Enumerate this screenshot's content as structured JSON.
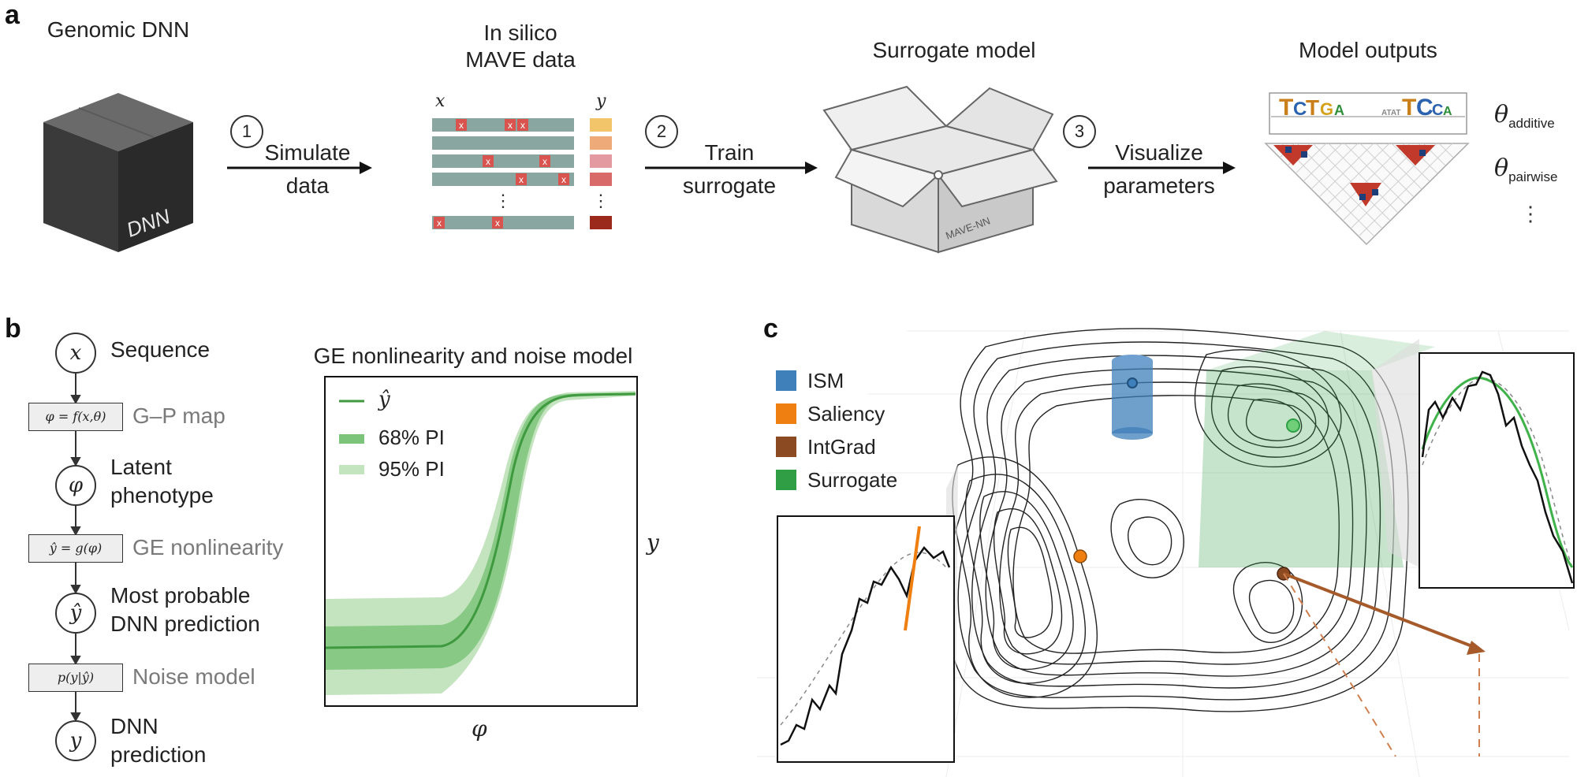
{
  "panel_a": {
    "letter": "a",
    "genomic_dnn": "Genomic DNN",
    "dnn_cube_label": "DNN",
    "mave_title_line1": "In silico",
    "mave_title_line2": "MAVE data",
    "x_label": "x",
    "y_label": "y",
    "mutation_mark": "X",
    "vertical_ellipsis": "⋮",
    "surrogate_title": "Surrogate model",
    "surrogate_box_label": "MAVE-NN",
    "outputs_title": "Model outputs",
    "theta_additive": "θ",
    "theta_additive_sub": "additive",
    "theta_pairwise": "θ",
    "theta_pairwise_sub": "pairwise",
    "steps": [
      {
        "num": "1",
        "line1": "Simulate",
        "line2": "data"
      },
      {
        "num": "2",
        "line1": "Train",
        "line2": "surrogate"
      },
      {
        "num": "3",
        "line1": "Visualize",
        "line2": "parameters"
      }
    ],
    "y_colors": [
      "#f3c56a",
      "#efaa7a",
      "#e39aa0",
      "#d86a6a",
      "#9c2a1c"
    ],
    "row_color": "#8aa6a0",
    "mutation_color": "#d9544f"
  },
  "panel_b": {
    "letter": "b",
    "flow": [
      {
        "node": "x",
        "text_line1": "Sequence",
        "text_line2": "",
        "gray": false
      },
      {
        "box": "φ = f(x,θ)",
        "text_line1": "G–P map",
        "gray": true
      },
      {
        "node": "φ",
        "text_line1": "Latent",
        "text_line2": "phenotype",
        "gray": false
      },
      {
        "box": "ŷ = g(φ)",
        "text_line1": "GE nonlinearity",
        "gray": true
      },
      {
        "node": "ŷ",
        "text_line1": "Most probable",
        "text_line2": "DNN prediction",
        "gray": false
      },
      {
        "box": "p(y|ŷ)",
        "text_line1": "Noise model",
        "gray": true
      },
      {
        "node": "y",
        "text_line1": "DNN",
        "text_line2": "prediction",
        "gray": false
      }
    ],
    "chart_title": "GE nonlinearity and noise model",
    "xlabel": "φ",
    "ylabel": "y",
    "legend": [
      {
        "label": "ŷ",
        "color": "#3f9a3f"
      },
      {
        "label": "68% PI",
        "color": "#7cc47a"
      },
      {
        "label": "95% PI",
        "color": "#c4e3bf"
      }
    ]
  },
  "panel_c": {
    "letter": "c",
    "legend": [
      {
        "label": "ISM",
        "color": "#3f7fba"
      },
      {
        "label": "Saliency",
        "color": "#f07f12"
      },
      {
        "label": "IntGrad",
        "color": "#8b4a22"
      },
      {
        "label": "Surrogate",
        "color": "#2f9e45"
      }
    ]
  }
}
